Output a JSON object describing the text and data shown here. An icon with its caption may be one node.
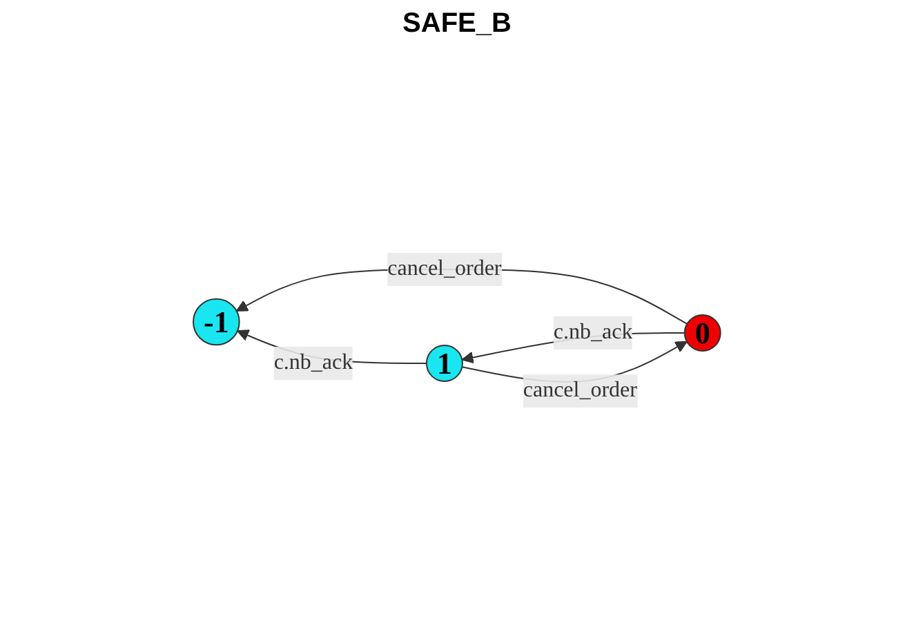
{
  "diagram": {
    "title": "SAFE_B",
    "nodes": [
      {
        "text": [
          "-1"
        ]
      },
      {
        "text": [
          "0"
        ]
      },
      {
        "text": [
          "1"
        ]
      }
    ],
    "edges": [
      {
        "from": 1,
        "to": 2,
        "arrow": "to",
        "label": "c.nb_ack"
      },
      {
        "from": 1,
        "to": 0,
        "arrow": "to",
        "label": "cancel_order"
      },
      {
        "from": 2,
        "to": 1,
        "arrow": "to",
        "label": "cancel_order"
      },
      {
        "from": 2,
        "to": 0,
        "arrow": "to",
        "label": "c.nb_ack"
      }
    ]
  }
}
